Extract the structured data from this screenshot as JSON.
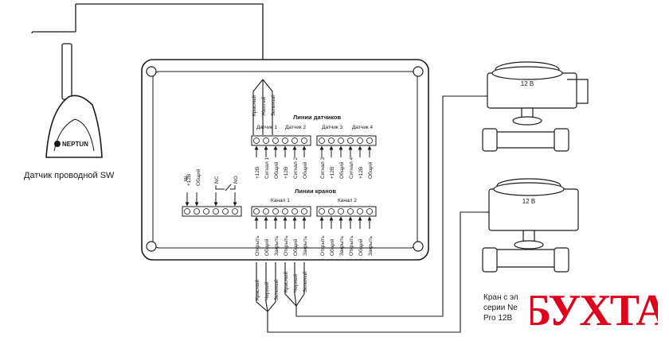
{
  "sensor": {
    "brand": "NEPTUN",
    "caption": "Датчик проводной SW"
  },
  "valves": {
    "voltage_label_1": "12 В",
    "voltage_label_2": "12 В",
    "caption_lines": [
      "Кран с эл",
      "серии Ne",
      "Pro 12В"
    ]
  },
  "sensor_wires": [
    "Красный",
    "Желтый",
    "Зеленый"
  ],
  "sensor_lines": {
    "title": "Линии датчиков",
    "groups": [
      "Датчик 1",
      "Датчик 2",
      "Датчик 3",
      "Датчик 4"
    ],
    "terminals": [
      "+12В",
      "Сигнал 1",
      "Общий",
      "+12В",
      "Сигнал 2",
      "Общий",
      "Сигнал 3",
      "+12В",
      "Общий",
      "Сигнал 4",
      "+12В",
      "Общий"
    ]
  },
  "power": {
    "terminals": [
      "+12В",
      "Общий"
    ],
    "nc": "NC",
    "no": "NO"
  },
  "valve_lines": {
    "title": "Линии кранов",
    "groups": [
      "Канал 1",
      "Канал 2"
    ],
    "terminals": [
      "Открыть",
      "Общий",
      "Закрыть",
      "Открыть",
      "Общий",
      "Закрыть",
      "Открыть",
      "Общий",
      "Закрыть",
      "Открыть",
      "Общий",
      "Закрыть"
    ]
  },
  "valve_wires": [
    "Красный",
    "Черный",
    "Зеленый",
    "Красный",
    "Черный",
    "Зеленый"
  ],
  "watermark": "БУХТА",
  "colors": {
    "line": "#1a1a1a",
    "watermark": "#e0001b",
    "panel": "#ffffff"
  }
}
